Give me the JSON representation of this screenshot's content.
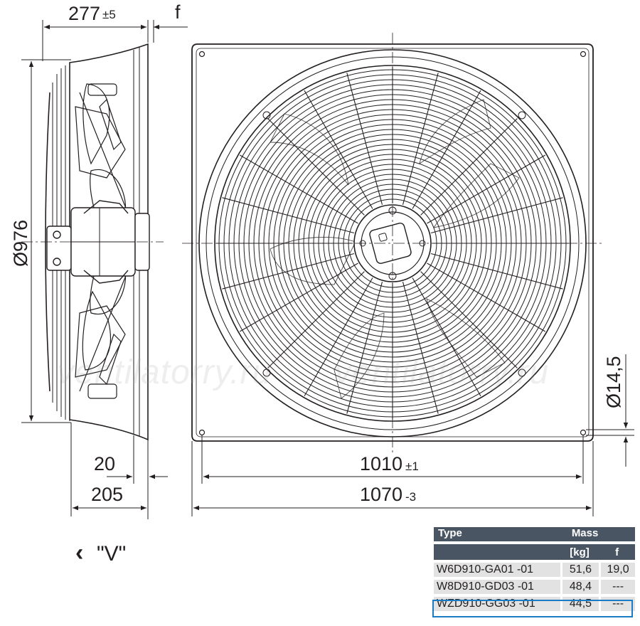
{
  "dimensions": {
    "depth": "277",
    "depth_tol": "±5",
    "f_label": "f",
    "diameter": "Ø976",
    "hole": "Ø14,5",
    "flange": "20",
    "body_depth": "205",
    "hole_pitch": "1010",
    "hole_pitch_tol": "±1",
    "width": "1070",
    "width_tol": "-3"
  },
  "view_label": "\"V\"",
  "view_arrow": "‹",
  "watermark": "ventilatorry.ru",
  "table": {
    "header": {
      "type": "Type",
      "mass": "Mass",
      "unit": "[kg]",
      "f": "f"
    },
    "rows": [
      {
        "type": "W6D910-GA01 -01",
        "mass": "51,6",
        "f": "19,0"
      },
      {
        "type": "W8D910-GD03 -01",
        "mass": "48,4",
        "f": "---"
      },
      {
        "type": "WZD910-GG03 -01",
        "mass": "44,5",
        "f": "---"
      }
    ],
    "selected_row": 2
  },
  "colors": {
    "line": "#231f20",
    "header_bg": "#4a5564",
    "row_bg": "#e2e2e2",
    "highlight": "#1b7bc4"
  }
}
